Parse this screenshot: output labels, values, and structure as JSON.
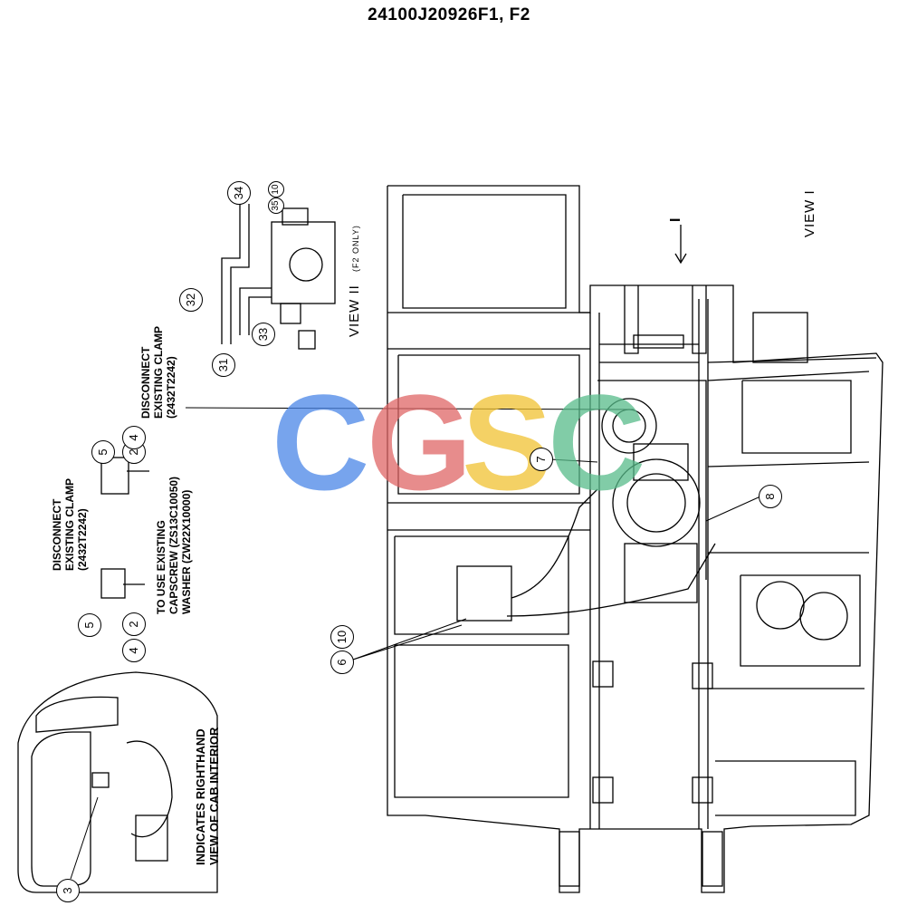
{
  "drawing": {
    "title": "24100J20926F1, F2",
    "view_one_label": "VIEW I",
    "view_two_label": "VIEW II",
    "view_two_note": "(F2 ONLY)",
    "arrow_label": "I"
  },
  "notes": {
    "cab_interior": [
      "INDICATES RIGHTHAND",
      "VIEW OF CAB INTERIOR"
    ],
    "clamp_left": [
      "DISCONNECT",
      "EXISTING CLAMP",
      "(2432T2242)"
    ],
    "clamp_right": [
      "DISCONNECT",
      "EXISTING CLAMP",
      "(2432T2242)"
    ],
    "capscrew": [
      "TO USE EXISTING",
      "CAPSCREW (ZS13C10050)",
      "WASHER (ZW22X10000)"
    ]
  },
  "callouts": {
    "c2a": "2",
    "c4a": "4",
    "c5a": "5",
    "c2b": "2",
    "c4b": "4",
    "c5b": "5",
    "c3": "3",
    "c6": "6",
    "c7": "7",
    "c8": "8",
    "c10": "10",
    "c31": "31",
    "c32": "32",
    "c33": "33",
    "c34": "34",
    "c35": "35",
    "c10b": "10"
  },
  "watermark": {
    "letters": [
      "C",
      "G",
      "S",
      "C"
    ],
    "colors": [
      "#4a86e8",
      "#e06666",
      "#f1c232",
      "#57bb8a"
    ]
  }
}
